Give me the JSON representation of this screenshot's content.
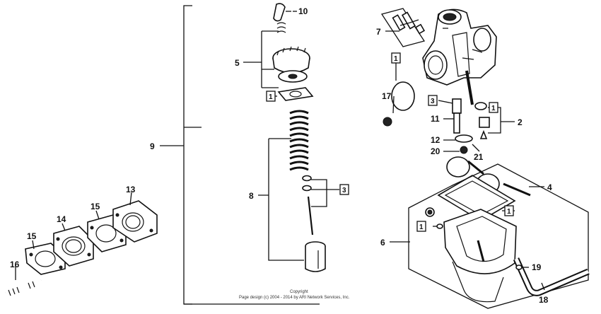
{
  "callouts": {
    "c1": "1",
    "c2": "2",
    "c3": "3",
    "c4": "4",
    "c5": "5",
    "c6": "6",
    "c7": "7",
    "c8": "8",
    "c9": "9",
    "c10": "10",
    "c11": "11",
    "c12": "12",
    "c13": "13",
    "c14": "14",
    "c15": "15",
    "c16": "16",
    "c17": "17",
    "c18": "18",
    "c19": "19",
    "c20": "20",
    "c21": "21"
  },
  "boxed": {
    "b1": "1",
    "b3": "3"
  },
  "copyright": {
    "line1": "Copyright",
    "line2": "Page design (c) 2004 - 2014 by ARI Network Services, Inc."
  }
}
